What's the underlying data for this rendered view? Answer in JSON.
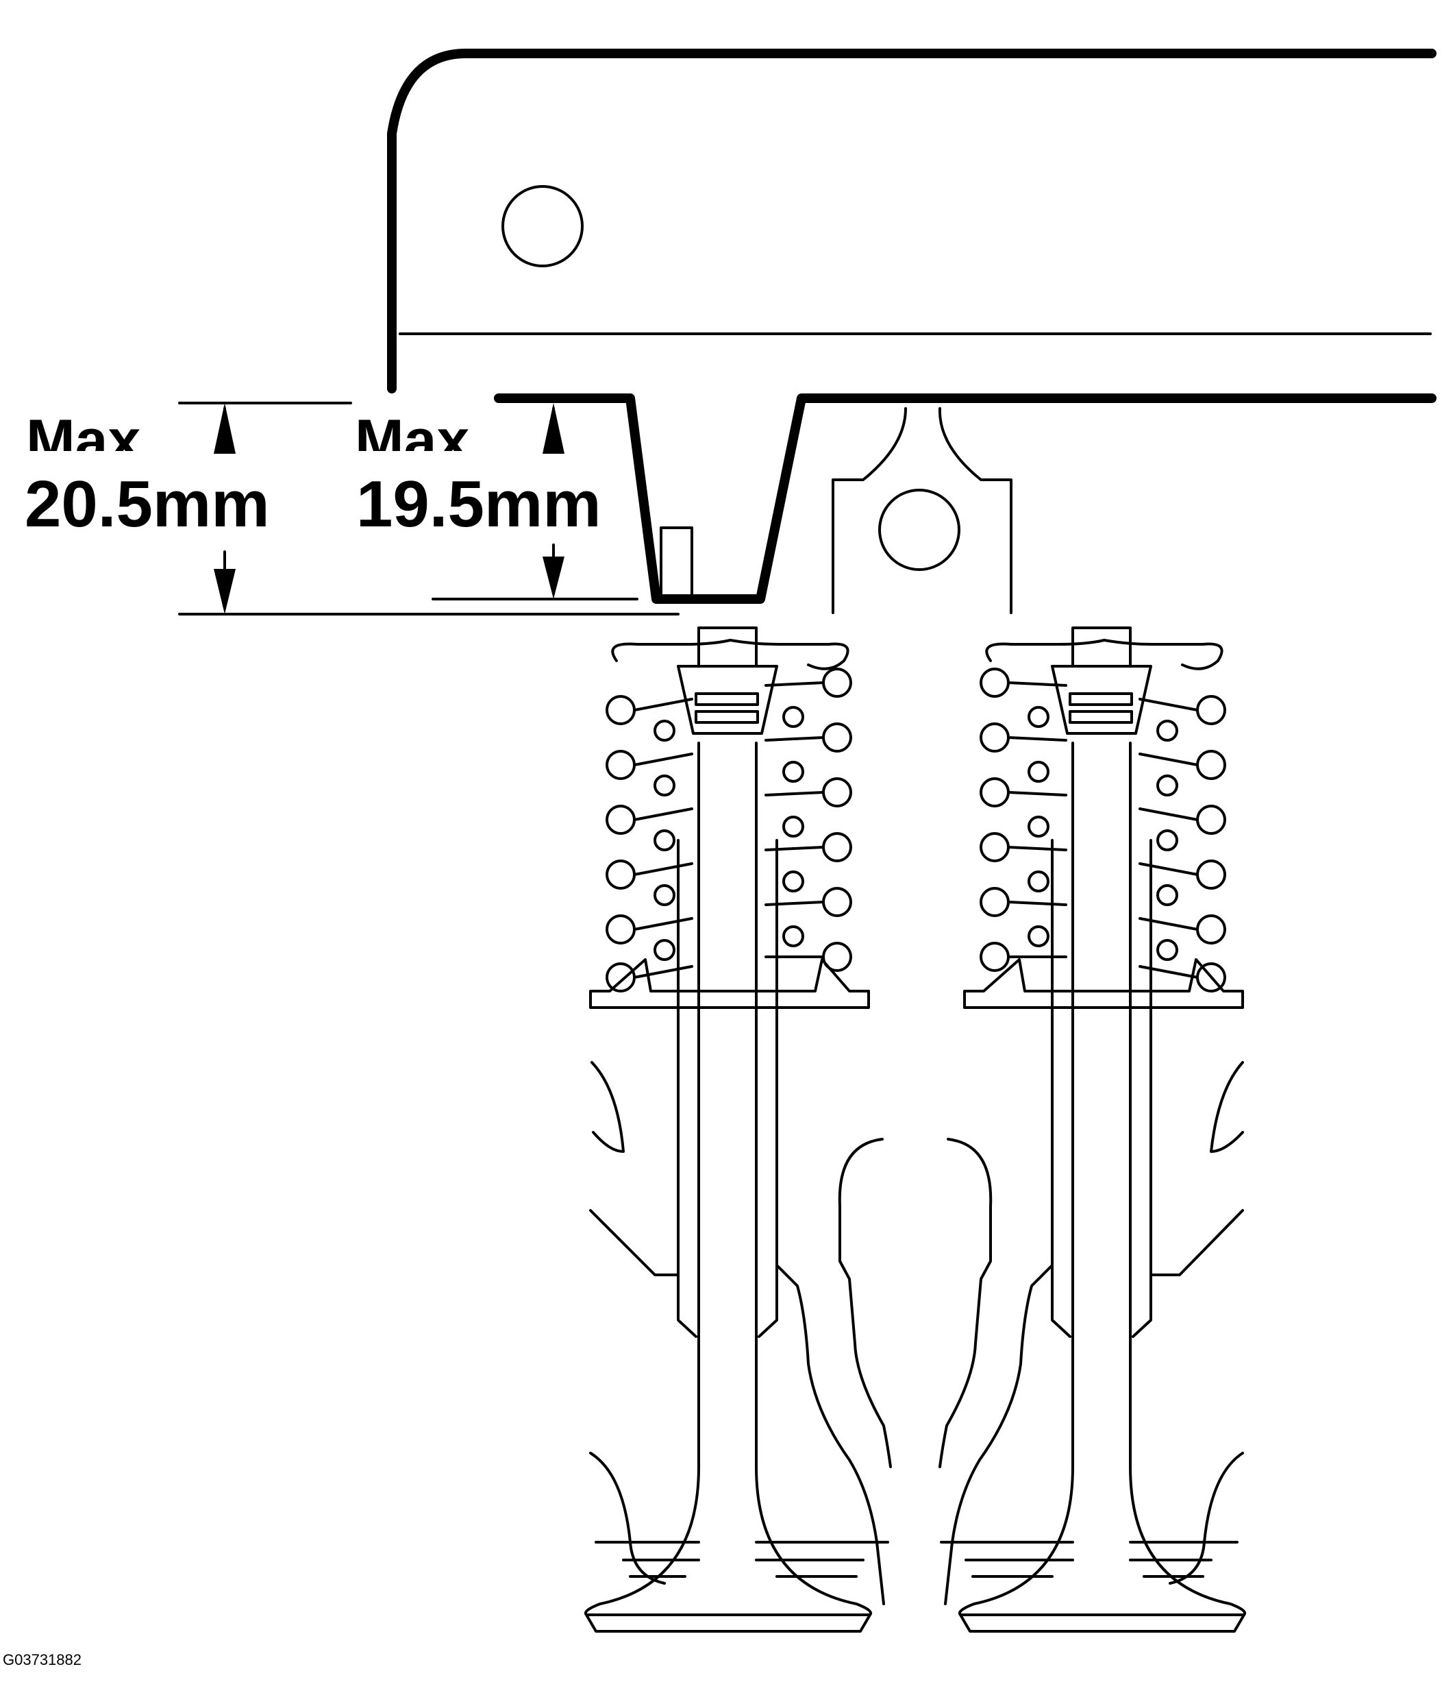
{
  "labels": {
    "left_max": "Max",
    "left_value": "20.5mm",
    "right_max": "Max",
    "right_value": "19.5mm"
  },
  "figure_id": "G03731882",
  "colors": {
    "line": "#000000",
    "background": "#ffffff"
  }
}
